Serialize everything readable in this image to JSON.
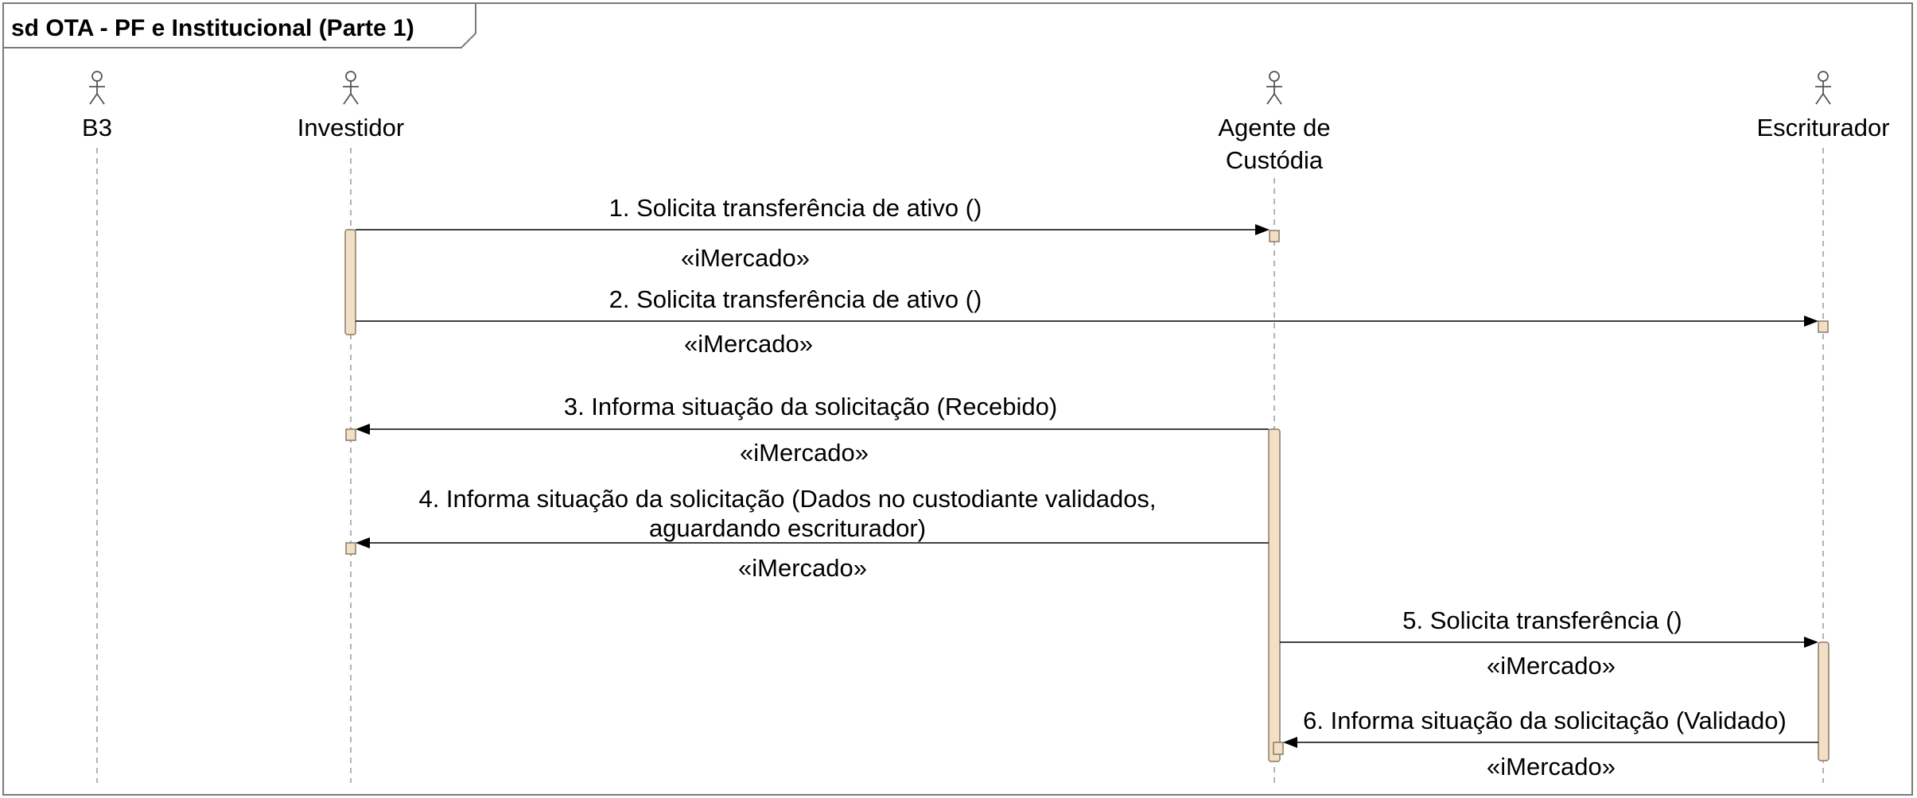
{
  "diagram": {
    "frame_title": "sd OTA - PF e Institucional (Parte 1)",
    "colors": {
      "frame": "#7a7a7a",
      "lifeline": "#9a9a9a",
      "activation_fill": "#f2dfc5",
      "activation_stroke": "#8a7a66",
      "arrow": "#000000"
    },
    "actors": [
      {
        "id": "b3",
        "label_lines": [
          "B3"
        ]
      },
      {
        "id": "investidor",
        "label_lines": [
          "Investidor"
        ]
      },
      {
        "id": "agente",
        "label_lines": [
          "Agente de",
          "Custódia"
        ]
      },
      {
        "id": "escriturador",
        "label_lines": [
          "Escriturador"
        ]
      }
    ],
    "messages": [
      {
        "id": "m1",
        "from": "investidor",
        "to": "agente",
        "label_lines": [
          "1. Solicita transferência de ativo ()"
        ],
        "stereotype": "«iMercado»"
      },
      {
        "id": "m2",
        "from": "investidor",
        "to": "escriturador",
        "label_lines": [
          "2. Solicita transferência de ativo ()"
        ],
        "stereotype": "«iMercado»"
      },
      {
        "id": "m3",
        "from": "agente",
        "to": "investidor",
        "label_lines": [
          "3. Informa situação da solicitação (Recebido)"
        ],
        "stereotype": "«iMercado»"
      },
      {
        "id": "m4",
        "from": "agente",
        "to": "investidor",
        "label_lines": [
          "4.  Informa situação da solicitação (Dados no custodiante validados,",
          "aguardando escriturador)"
        ],
        "stereotype": "«iMercado»"
      },
      {
        "id": "m5",
        "from": "agente",
        "to": "escriturador",
        "label_lines": [
          "5. Solicita transferência ()"
        ],
        "stereotype": "«iMercado»"
      },
      {
        "id": "m6",
        "from": "escriturador",
        "to": "agente",
        "label_lines": [
          "6. Informa situação da solicitação  (Validado)"
        ],
        "stereotype": "«iMercado»"
      }
    ]
  }
}
